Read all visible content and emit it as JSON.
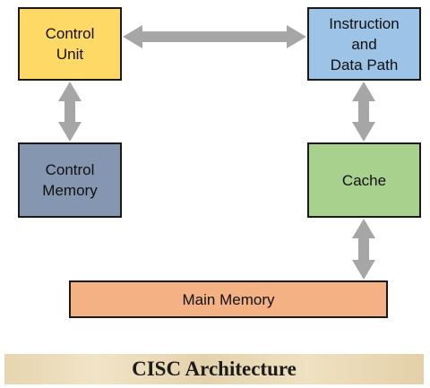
{
  "diagram": {
    "blocks": {
      "control_unit": {
        "label": "Control\nUnit",
        "color": "#ffd966"
      },
      "control_memory": {
        "label": "Control\nMemory",
        "color": "#8496b0"
      },
      "instruction_data_path": {
        "label": "Instruction\nand\nData Path",
        "color": "#9dc3e6"
      },
      "cache": {
        "label": "Cache",
        "color": "#a9d18e"
      },
      "main_memory": {
        "label": "Main Memory",
        "color": "#f4b183"
      }
    },
    "arrow_color": "#a6a6a6",
    "connections": [
      {
        "from": "control_unit",
        "to": "instruction_data_path",
        "bidirectional": true
      },
      {
        "from": "control_unit",
        "to": "control_memory",
        "bidirectional": true
      },
      {
        "from": "instruction_data_path",
        "to": "cache",
        "bidirectional": true
      },
      {
        "from": "cache",
        "to": "main_memory",
        "bidirectional": true
      }
    ]
  },
  "caption": {
    "text": "CISC Architecture"
  }
}
